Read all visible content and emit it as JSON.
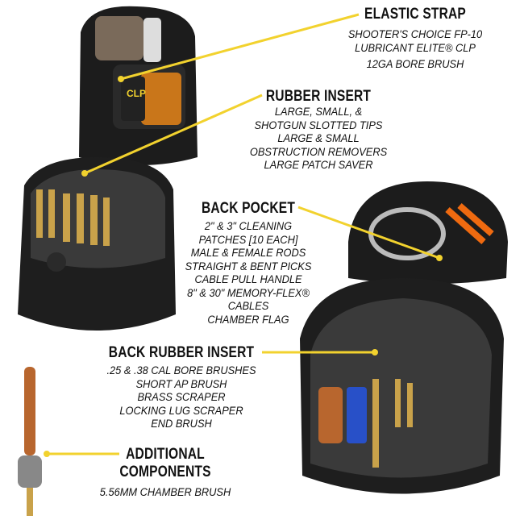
{
  "accent_color": "#f2d22e",
  "callouts": {
    "elastic_strap": {
      "title": "ELASTIC STRAP",
      "items": [
        "SHOOTER'S CHOICE FP-10",
        "LUBRICANT ELITE® CLP",
        "12GA BORE BRUSH"
      ]
    },
    "rubber_insert": {
      "title": "RUBBER INSERT",
      "items": [
        "LARGE, SMALL, &",
        "SHOTGUN SLOTTED TIPS",
        "LARGE & SMALL",
        "OBSTRUCTION REMOVERS",
        "LARGE PATCH SAVER"
      ]
    },
    "back_pocket": {
      "title": "BACK POCKET",
      "items": [
        "2\" & 3\" CLEANING",
        "PATCHES [10 EACH]",
        "MALE & FEMALE RODS",
        "STRAIGHT & BENT PICKS",
        "CABLE PULL HANDLE",
        "8\" & 30\" MEMORY-FLEX®",
        "CABLES",
        "CHAMBER FLAG"
      ]
    },
    "back_rubber_insert": {
      "title": "BACK RUBBER INSERT",
      "items": [
        ".25 & .38 CAL BORE BRUSHES",
        "SHORT AP BRUSH",
        "BRASS SCRAPER",
        "LOCKING LUG SCRAPER",
        "END BRUSH"
      ]
    },
    "additional_components": {
      "title_lines": [
        "ADDITIONAL",
        "COMPONENTS"
      ],
      "items": [
        "5.56MM CHAMBER BRUSH"
      ]
    }
  }
}
